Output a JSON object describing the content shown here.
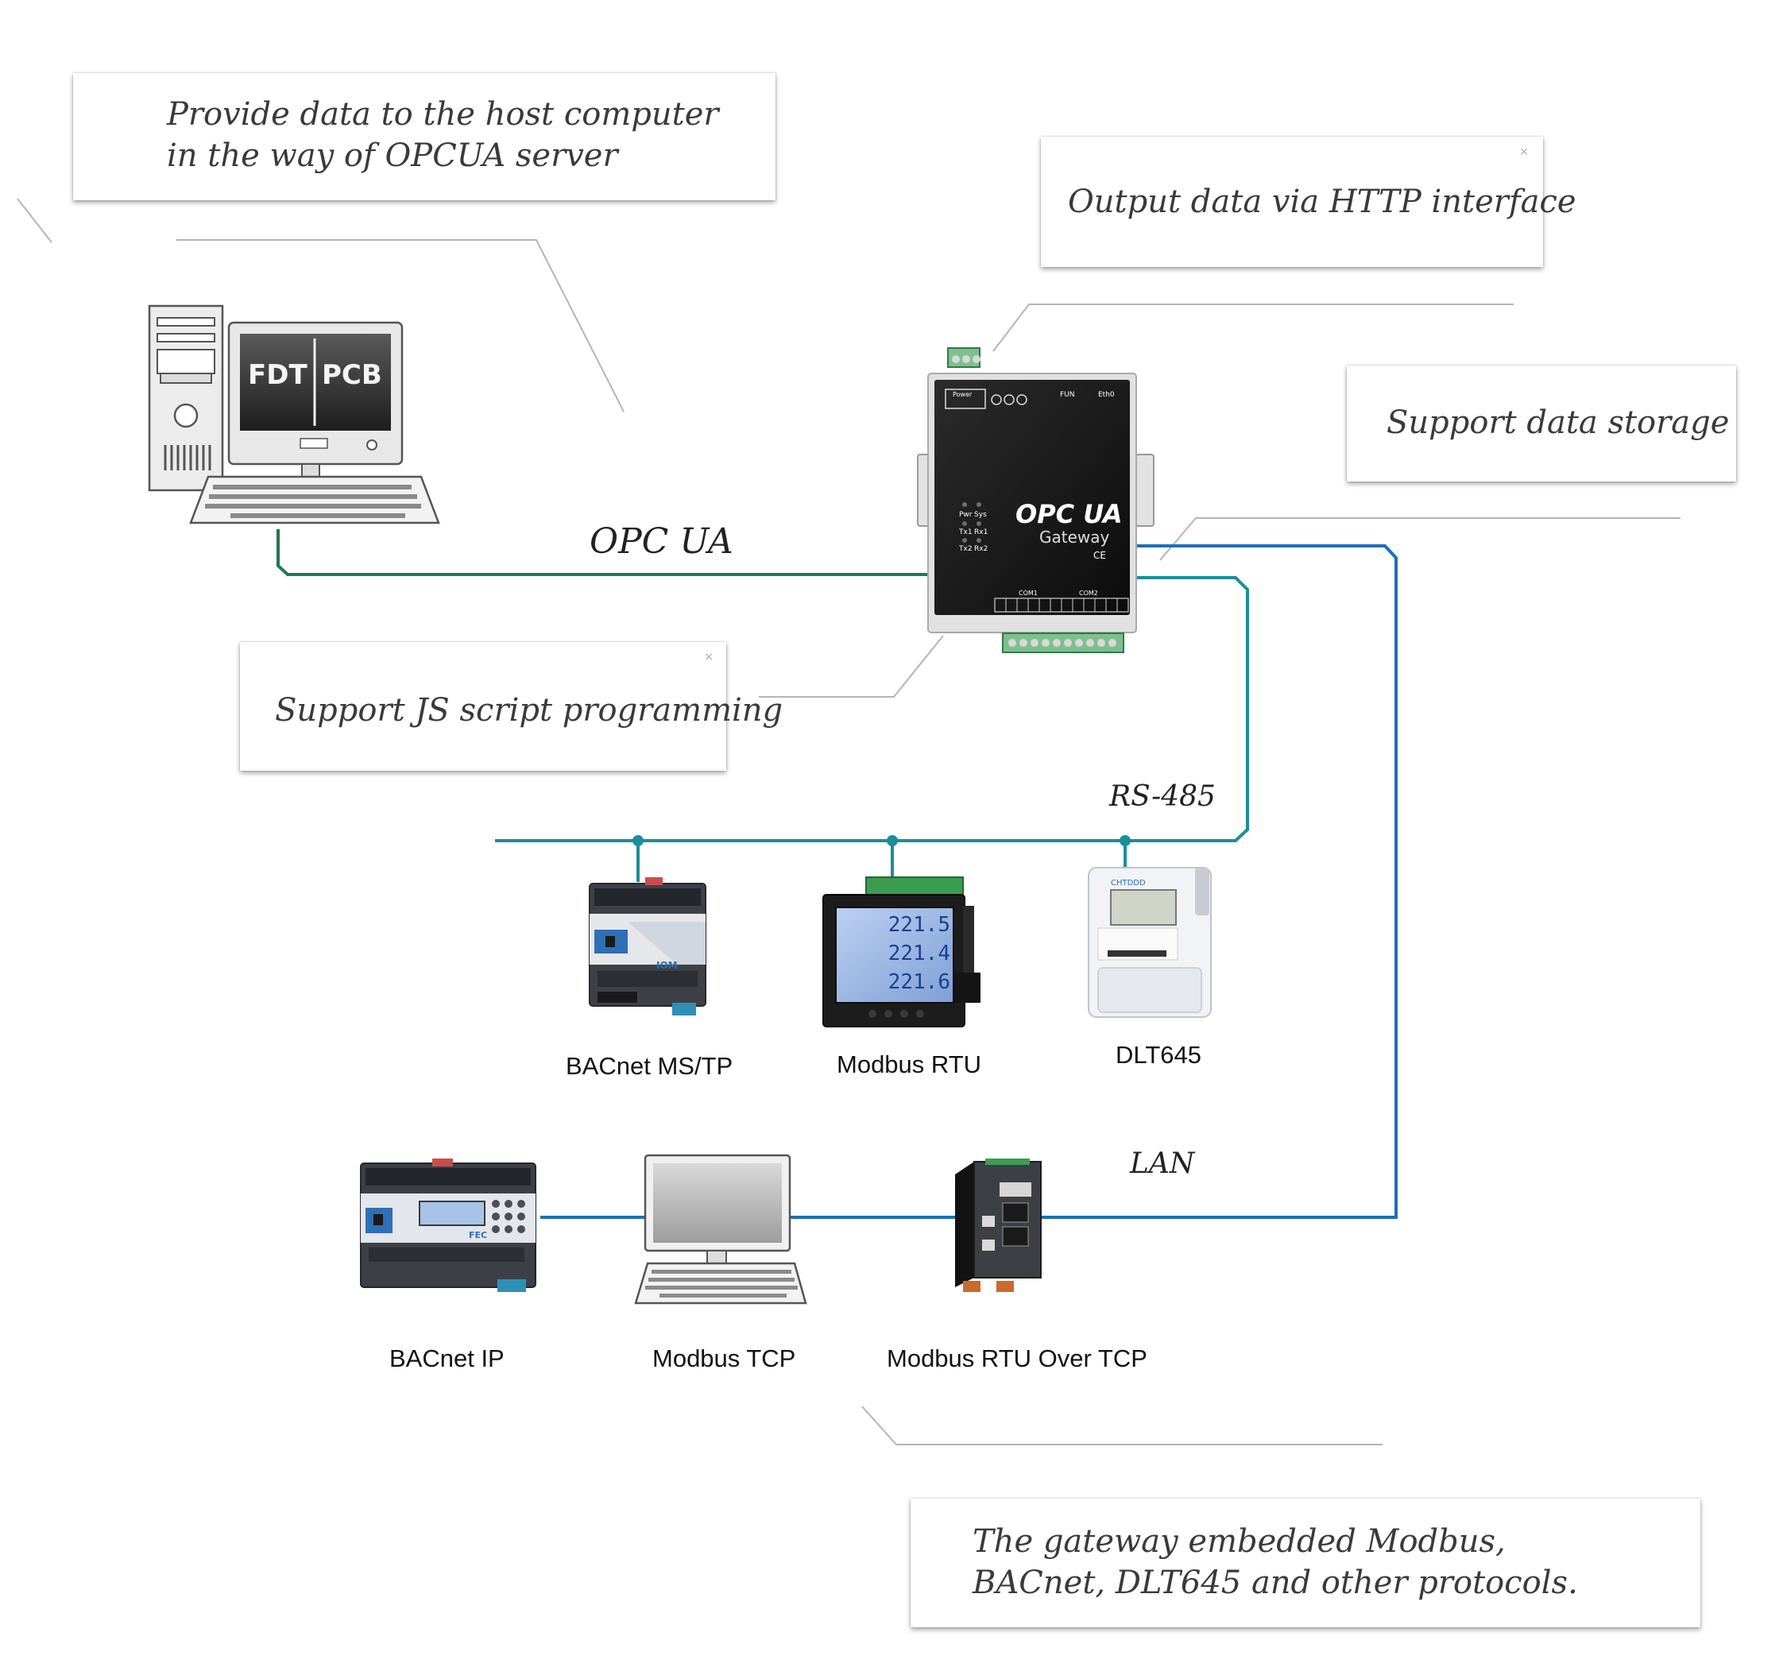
{
  "callouts": {
    "host_line1": "Provide data to the host computer",
    "host_line2": "in the way of OPCUA server",
    "http": "Output data via HTTP interface",
    "storage": "Support data storage",
    "js": "Support JS script programming",
    "protocols_line1": "The gateway embedded Modbus,",
    "protocols_line2": "BACnet, DLT645 and other protocols."
  },
  "bus_labels": {
    "opc": "OPC  UA",
    "rs485": "RS-485",
    "lan": "LAN"
  },
  "pc_screen": {
    "left": "FDT",
    "right": "PCB"
  },
  "gateway": {
    "title": "OPC UA",
    "subtitle": "Gateway",
    "ce": "CE",
    "power": "Power",
    "fun": "FUN",
    "eth": "Eth0",
    "leds": [
      "Pwr",
      "Sys",
      "Tx1",
      "Rx1",
      "Tx2",
      "Rx2"
    ],
    "com1": "COM1",
    "com2": "COM2"
  },
  "meter_lcd": [
    "221.5",
    "221.4",
    "221.6"
  ],
  "devices": {
    "bacnet_mstp": "BACnet MS/TP",
    "modbus_rtu": "Modbus RTU",
    "dlt645": "DLT645",
    "bacnet_ip": "BACnet IP",
    "modbus_tcp": "Modbus TCP",
    "modbus_rtu_over_tcp": "Modbus RTU Over TCP"
  },
  "device_badges": {
    "iom": "IOM",
    "fec": "FEC",
    "chtdd": "CHTDDD"
  },
  "colors": {
    "opc_line": "#1e7a4f",
    "rs485_line": "#1a8f9b",
    "lan_line": "#1e6fb5",
    "callout_text": "#3a3a3a"
  }
}
